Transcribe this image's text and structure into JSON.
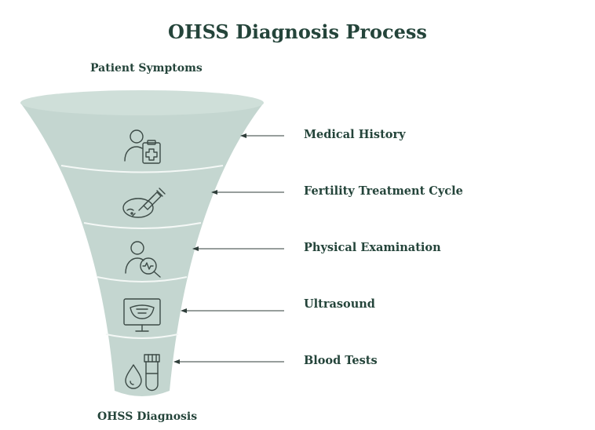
{
  "title": "OHSS Diagnosis Process",
  "top_label": "Patient Symptoms",
  "bottom_label": "OHSS Diagnosis",
  "steps": [
    {
      "label": "Medical History",
      "icon": "patient-clipboard-icon"
    },
    {
      "label": "Fertility Treatment Cycle",
      "icon": "ivf-syringe-dish-icon"
    },
    {
      "label": "Physical Examination",
      "icon": "patient-magnifier-icon"
    },
    {
      "label": "Ultrasound",
      "icon": "ultrasound-monitor-icon"
    },
    {
      "label": "Blood Tests",
      "icon": "blood-test-tube-icon"
    }
  ],
  "colors": {
    "funnel_fill": "#c4d6d0",
    "funnel_top": "#cfdfd9",
    "divider": "#f4f8f6",
    "icon_stroke": "#3c4a46",
    "text": "#24443a",
    "arrow": "#2f3e3a"
  }
}
